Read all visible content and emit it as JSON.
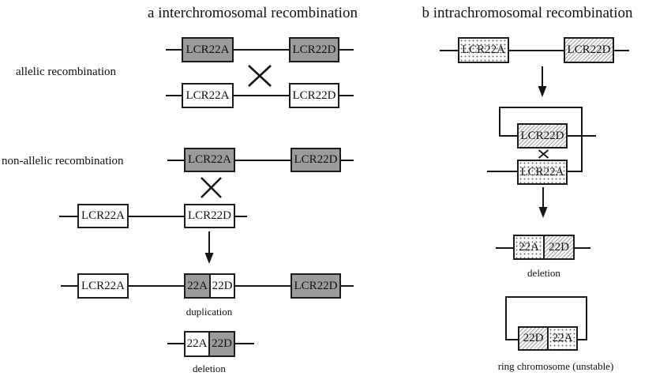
{
  "figure": {
    "panel_a": {
      "title": "a interchromosomal recombination",
      "allelic": {
        "label": "allelic recombination",
        "top_chrom": {
          "left_box": "LCR22A",
          "right_box": "LCR22D"
        },
        "bottom_chrom": {
          "left_box": "LCR22A",
          "right_box": "LCR22D"
        }
      },
      "non_allelic": {
        "label": "non-allelic recombination",
        "top_chrom": {
          "left_box": "LCR22A",
          "right_box": "LCR22D"
        },
        "bottom_chrom": {
          "left_box": "LCR22A",
          "right_box": "LCR22D"
        },
        "duplication_chrom": {
          "left_box": "LCR22A",
          "fusion": {
            "left": "22A",
            "right": "22D"
          },
          "right_box": "LCR22D",
          "caption": "duplication"
        },
        "deletion_chrom": {
          "fusion": {
            "left": "22A",
            "right": "22D"
          },
          "caption": "deletion"
        }
      }
    },
    "panel_b": {
      "title": "b intrachromosomal recombination",
      "chrom": {
        "left_box": "LCR22A",
        "right_box": "LCR22D"
      },
      "loop": {
        "upper_box": "LCR22D",
        "lower_box": "LCR22A"
      },
      "deletion_chrom": {
        "fusion": {
          "left": "22A",
          "right": "22D"
        },
        "caption": "deletion"
      },
      "ring_chrom": {
        "fusion": {
          "left": "22D",
          "right": "22A"
        },
        "caption": "ring chromosome (unstable)"
      }
    },
    "colors": {
      "dark_box_fill": "#9b9b9b",
      "line": "#161616",
      "box_border": "#1c1c1c",
      "background": "#ffffff"
    }
  }
}
